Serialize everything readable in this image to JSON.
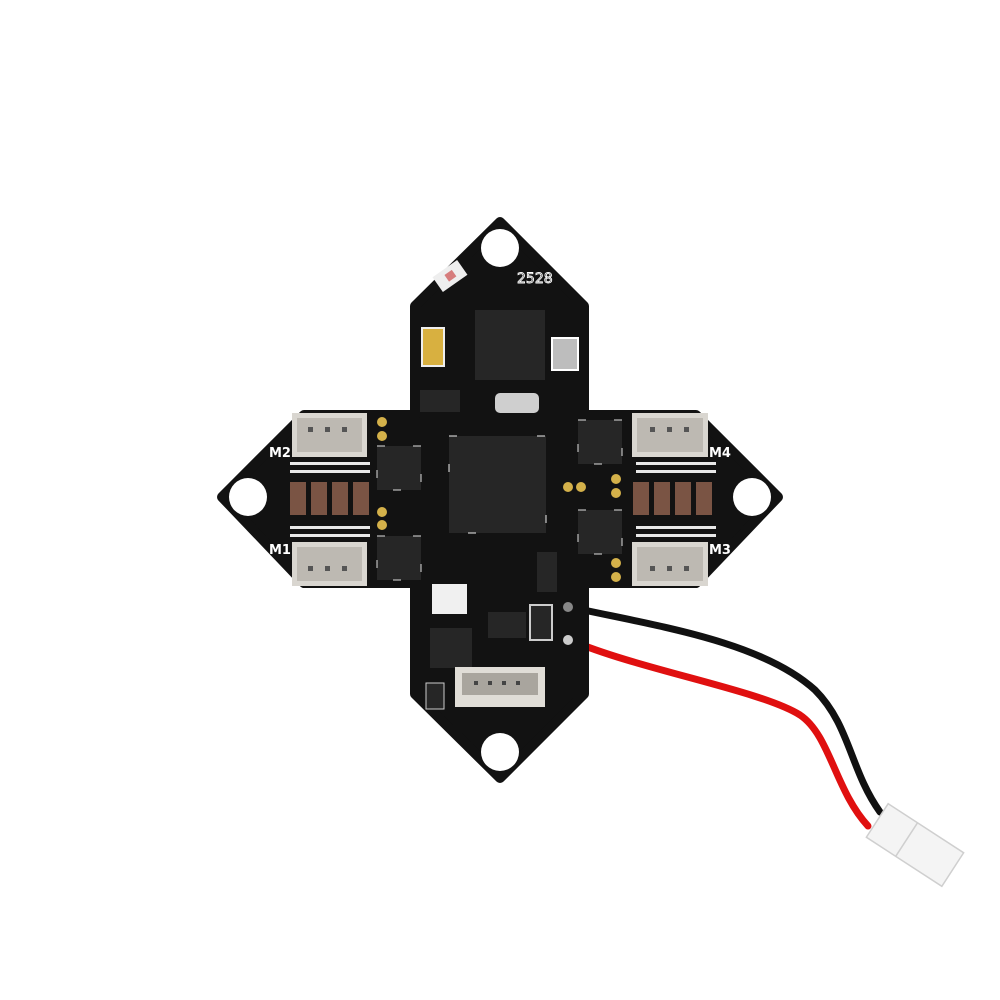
{
  "board": {
    "silkscreen_code": "2528",
    "motor_labels": {
      "m1": "M1",
      "m2": "M2",
      "m3": "M3",
      "m4": "M4"
    }
  },
  "colors": {
    "pcb": "#121212",
    "chip": "#262626",
    "connector": "#d9d6d0",
    "capacitor": "#7a5444",
    "pad": "#d4b14a",
    "wire_black": "#111111",
    "wire_red": "#e01010"
  }
}
